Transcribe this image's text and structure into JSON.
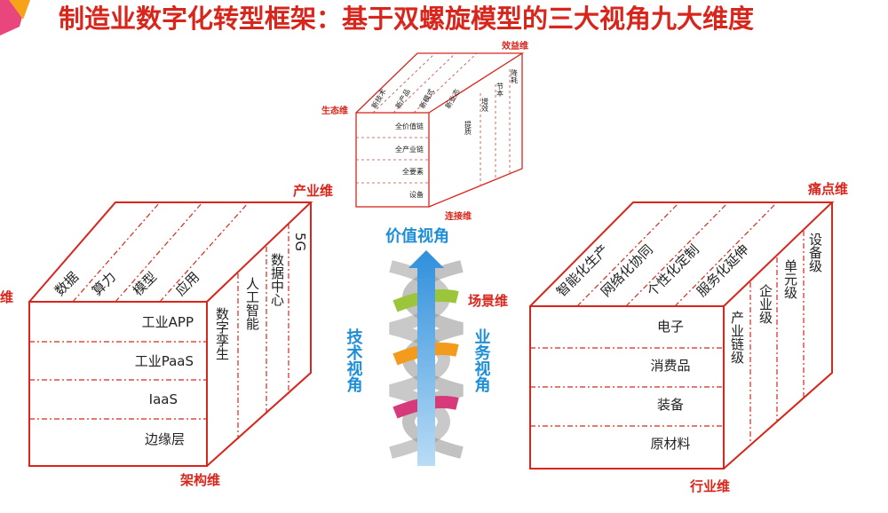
{
  "title": "制造业数字化转型框架：基于双螺旋模型的三大视角九大维度",
  "top_cube": {
    "labels": {
      "benefit": "效益维",
      "ecology": "生态维",
      "connect": "连接维"
    },
    "top": [
      "新技术",
      "新产品",
      "新模式",
      "新业态"
    ],
    "front": [
      "全价值链",
      "全产业链",
      "全要素",
      "设备"
    ],
    "side": [
      "提质",
      "增效",
      "节本",
      "降耗"
    ]
  },
  "left_cube": {
    "labels": {
      "industry": "产业维",
      "left": "维",
      "arch": "架构维"
    },
    "top": [
      "数据",
      "算力",
      "模型",
      "应用"
    ],
    "front": [
      "工业APP",
      "工业PaaS",
      "IaaS",
      "边缘层"
    ],
    "side": [
      "数字孪生",
      "人工智能",
      "数据中心",
      "5G"
    ]
  },
  "right_cube": {
    "labels": {
      "pain": "痛点维",
      "sector": "行业维"
    },
    "top": [
      "智能化生产",
      "网络化协同",
      "个性化定制",
      "服务化延伸"
    ],
    "front": [
      "电子",
      "消费品",
      "装备",
      "原材料"
    ],
    "side": [
      "产业链级",
      "企业级",
      "单元级",
      "设备级"
    ]
  },
  "center": {
    "value": "价值视角",
    "tech": "技术视角",
    "business": "业务视角",
    "scene": "场景维"
  }
}
